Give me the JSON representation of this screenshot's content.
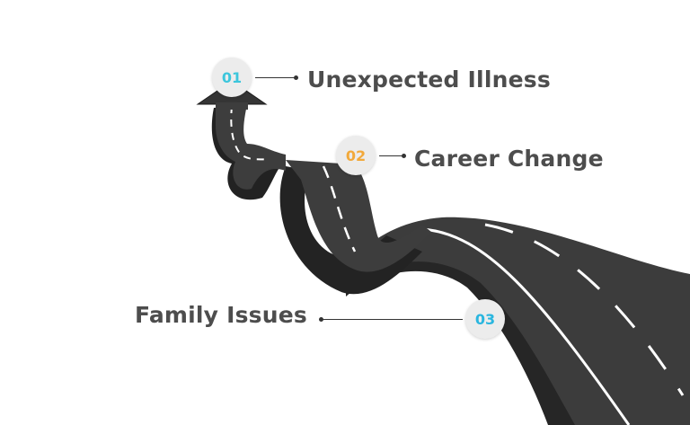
{
  "steps": [
    {
      "number": "01",
      "label": "Unexpected Illness",
      "color": "#3cc6dc"
    },
    {
      "number": "02",
      "label": "Career Change",
      "color": "#f2a93b"
    },
    {
      "number": "03",
      "label": "Family Issues",
      "color": "#2ab6df"
    }
  ],
  "colors": {
    "road_top": "#3c3c3c",
    "road_side": "#252525",
    "lane_marking": "#ffffff",
    "label_text": "#4d4d4d",
    "badge_bg": "#ececec",
    "connector": "#333333"
  }
}
